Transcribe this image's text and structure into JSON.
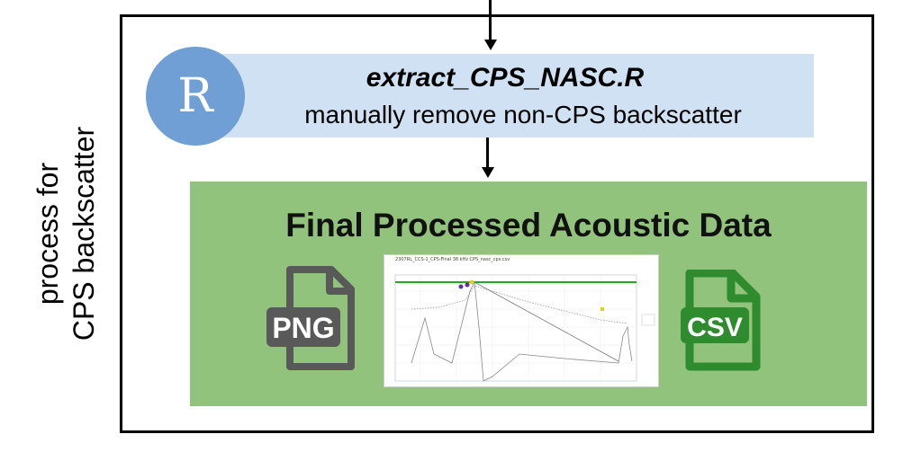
{
  "side_label": {
    "line1": "process for",
    "line2": "CPS backscatter"
  },
  "script": {
    "filename": "extract_CPS_NASC.R",
    "description": "manually remove non-CPS backscatter",
    "logo_letter": "R"
  },
  "final": {
    "title": "Final Processed Acoustic Data",
    "png_label": "PNG",
    "csv_label": "CSV",
    "thumbnail_title": "2307RL_CCS-1_CPS-Final 38 kHz CPS_nasc_cps.csv"
  },
  "colors": {
    "script_box": "#cfe1f2",
    "r_logo": "#6f9fd4",
    "final_box": "#92c37c",
    "png_icon": "#595959",
    "csv_icon": "#2e8b2e"
  }
}
